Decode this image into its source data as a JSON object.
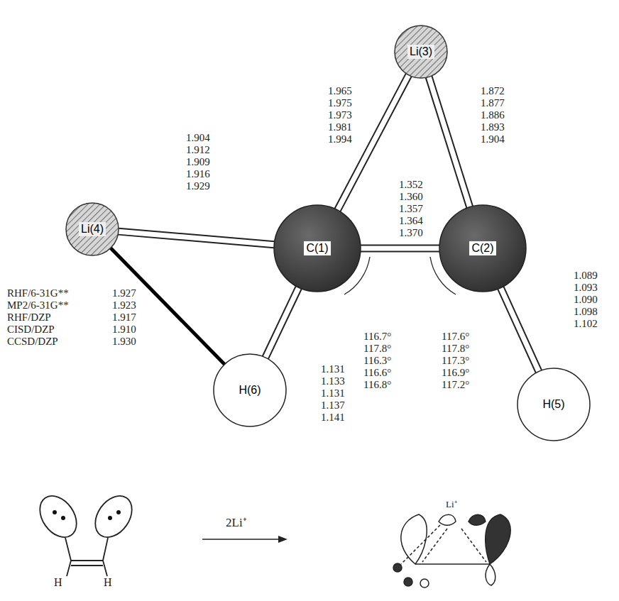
{
  "diagram": {
    "nodes": [
      {
        "text": [
          "Li(3)"
        ]
      },
      {
        "text": [
          "Li(4)"
        ]
      },
      {
        "text": [
          "C(1)"
        ]
      },
      {
        "text": [
          "C(2)"
        ]
      },
      {
        "text": [
          "H(6)"
        ]
      },
      {
        "text": [
          "H(5)"
        ]
      }
    ],
    "edges": [
      {
        "from": 0,
        "to": 2,
        "arrow": "none"
      },
      {
        "from": 0,
        "to": 3,
        "arrow": "none"
      },
      {
        "from": 1,
        "to": 2,
        "arrow": "none"
      },
      {
        "from": 2,
        "to": 3,
        "arrow": "none"
      },
      {
        "from": 2,
        "to": 4,
        "arrow": "none"
      },
      {
        "from": 3,
        "to": 5,
        "arrow": "none"
      },
      {
        "from": 1,
        "to": 4,
        "arrow": "none"
      }
    ],
    "labels": [
      "1.965",
      "1.975",
      "1.973",
      "1.981",
      "1.994",
      "1.872",
      "1.877",
      "1.886",
      "1.893",
      "1.904",
      "1.904",
      "1.912",
      "1.909",
      "1.916",
      "1.929",
      "1.352",
      "1.360",
      "1.357",
      "1.364",
      "1.370",
      "1.089",
      "1.093",
      "1.090",
      "1.098",
      "1.102",
      "RHF/6-31G**",
      "MP2/6-31G**",
      "RHF/DZP",
      "CISD/DZP",
      "CCSD/DZP",
      "1.927",
      "1.923",
      "1.917",
      "1.910",
      "1.930",
      "1.131",
      "1.133",
      "1.131",
      "1.137",
      "1.141",
      "116.7°",
      "117.8°",
      "116.3°",
      "116.6°",
      "116.8°",
      "117.6°",
      "117.8°",
      "117.3°",
      "116.9°",
      "117.2°",
      "H",
      "H",
      "2Li⁺",
      "Li⁺"
    ]
  }
}
